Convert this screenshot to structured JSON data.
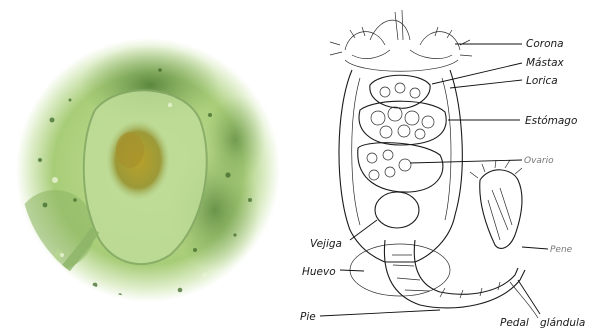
{
  "labels": {
    "corona": "Corona",
    "mastax": "Mástax",
    "lorica": "Lorica",
    "estomago": "Estómago",
    "ovario": "Ovario",
    "pene": "Pene",
    "vejiga": "Vejiga",
    "huevo": "Huevo",
    "pie": "Pie",
    "pedal": "Pedal",
    "glandula": "glándula"
  },
  "colors": {
    "photo_light": "#d9efb9",
    "photo_mid": "#a9cc7a",
    "photo_dark": "#5f8a3c",
    "stomach_yellow": "#b8a22e",
    "ink": "#1b1b1b"
  }
}
